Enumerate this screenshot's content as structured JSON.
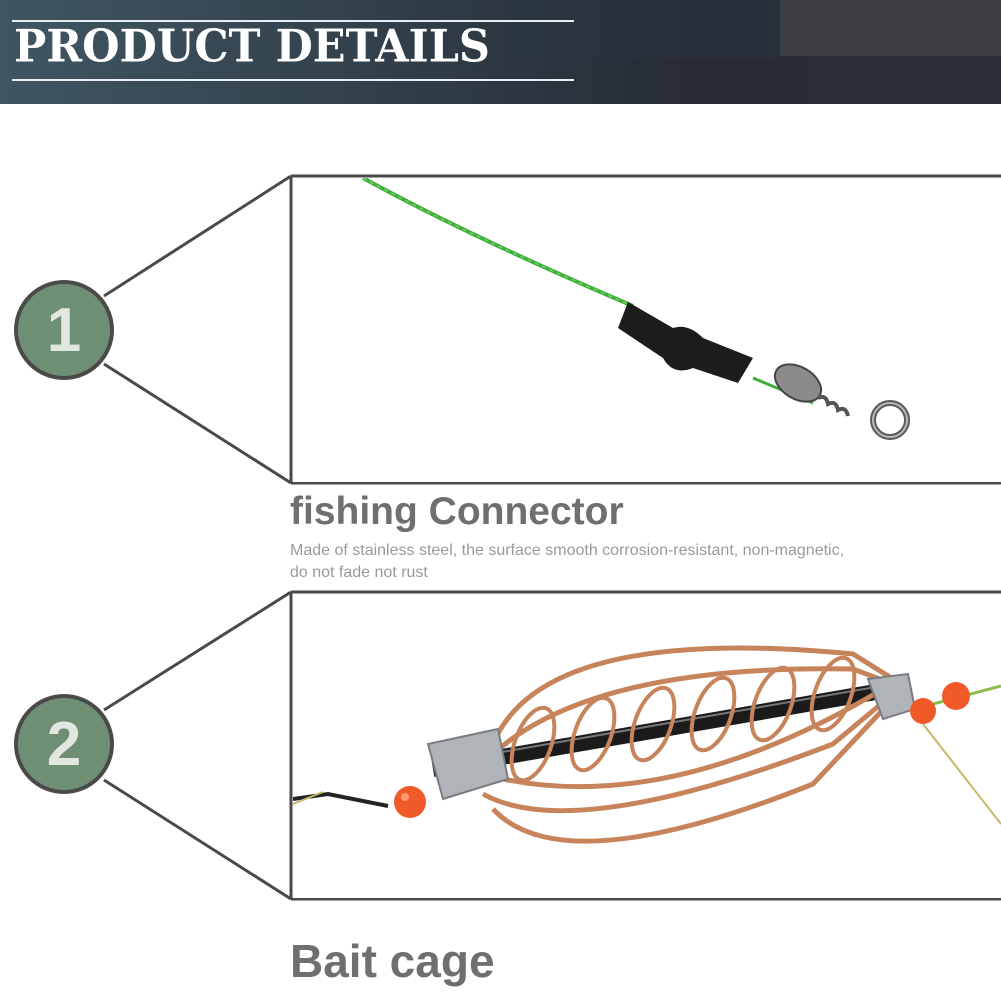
{
  "banner": {
    "title": "PRODUCT DETAILS"
  },
  "items": [
    {
      "number": "1",
      "heading": "fishing Connector",
      "description": "Made of stainless steel, the surface smooth corrosion-resistant, non-magnetic, do not fade not rust"
    },
    {
      "number": "2",
      "heading": "Bait cage"
    }
  ],
  "colors": {
    "banner_text": "#ffffff",
    "badge_fill": "#6f8f74",
    "frame_line": "#4a4a4a",
    "heading_text": "#6f6f6f",
    "description_text": "#9a9a9a"
  }
}
